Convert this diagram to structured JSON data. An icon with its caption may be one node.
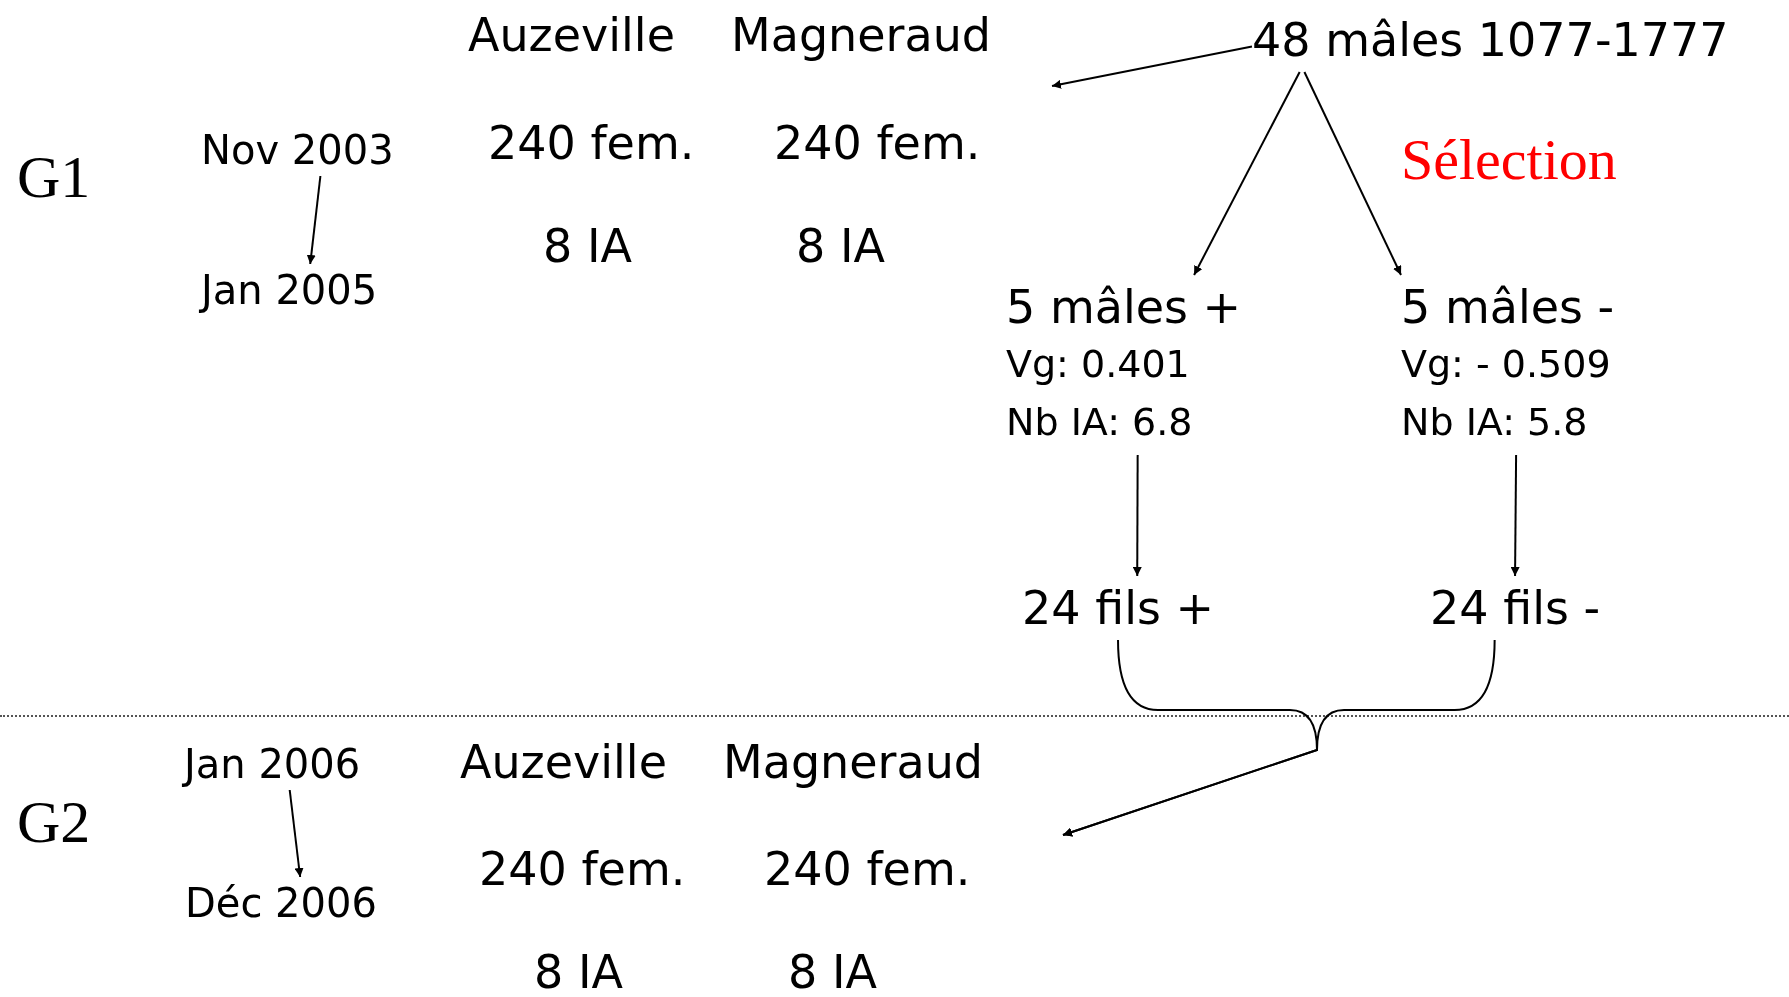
{
  "diagram": {
    "nodes": [
      {
        "text": [
          "Nov 2003"
        ]
      },
      {
        "text": [
          "Jan 2005"
        ]
      },
      {
        "text": [
          "48 mâles 1077-1777"
        ]
      },
      {
        "text": [
          "5 mâles +",
          "Vg: 0.401",
          "Nb IA: 6.8"
        ]
      },
      {
        "text": [
          "5 mâles -",
          "Vg: - 0.509",
          "Nb IA: 5.8"
        ]
      },
      {
        "text": [
          "24 fils +"
        ]
      },
      {
        "text": [
          "24 fils -"
        ]
      },
      {
        "text": [
          "Jan 2006"
        ]
      },
      {
        "text": [
          "Déc 2006"
        ]
      }
    ],
    "edges": [
      {
        "from": 0,
        "to": 1,
        "arrow": "to"
      },
      {
        "from": 2,
        "to": null,
        "arrow": "to"
      },
      {
        "from": 2,
        "to": 3,
        "arrow": "to"
      },
      {
        "from": 2,
        "to": 4,
        "arrow": "to"
      },
      {
        "from": 3,
        "to": 5,
        "arrow": "to"
      },
      {
        "from": 4,
        "to": 6,
        "arrow": "to"
      },
      {
        "from": 5,
        "to": null,
        "arrow": "to"
      },
      {
        "from": 6,
        "to": null,
        "arrow": "to"
      },
      {
        "from": 7,
        "to": 8,
        "arrow": "to"
      }
    ],
    "labels": [
      "G1",
      "Auzeville",
      "Magneraud",
      "240 fem.",
      "240 fem.",
      "8 IA",
      "8 IA",
      "Sélection",
      "G2",
      "Auzeville",
      "Magneraud",
      "240 fem.",
      "240 fem.",
      "8 IA",
      "8 IA"
    ]
  }
}
